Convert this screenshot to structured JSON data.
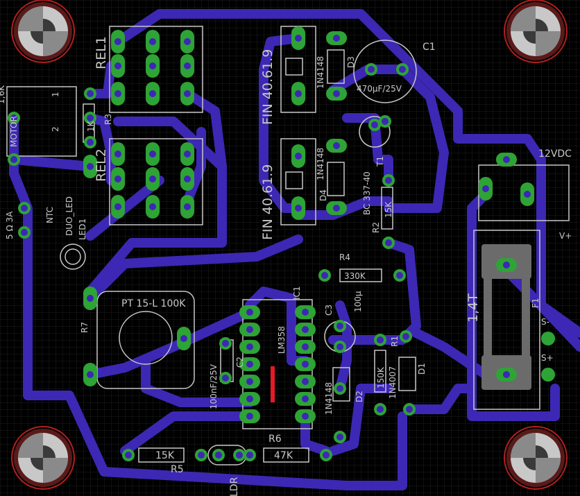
{
  "colors": {
    "background": "#000000",
    "grid": "#1e1e1e",
    "trace": "#3c28b4",
    "pad": "#2ea336",
    "silk": "#c8c8c8",
    "drill": "#16a05a",
    "hole": "#b41e1e",
    "jumper": "#e61928"
  },
  "labels": {
    "rel1": "REL1",
    "rel2": "REL2",
    "fin1": "FIN 40.61.9",
    "fin2": "FIN 40.61.9",
    "c1": "C1",
    "c1_value": "470μF/25V",
    "d3": "D3",
    "d3_value": "1N4148",
    "d4": "D4",
    "d4_value": "1N4148",
    "t1": "T1",
    "t1_value": "BC 337-40",
    "r2": "R2",
    "r2_value": "15K",
    "r3": "R3",
    "r3_value": "1K",
    "motor": "MOTOR",
    "motor_pin1": "1",
    "motor_pin2": "2",
    "x1k": "1,6K",
    "ntc": "NTC",
    "ntc_value": "5 Ω 3A",
    "led": "DUO_LED",
    "led1": "LED1",
    "r7": "R7",
    "r7_value": "PT 15-L 100K",
    "r4": "R4",
    "r4_value": "330K",
    "ic1": "IC1",
    "ic1_value": "LM358",
    "c3": "C3",
    "c3_value": "100μ",
    "c2": "C2",
    "c2_value": "100nF/25V",
    "d2": "D2",
    "d2_value": "1N4148",
    "r1_value": "150K",
    "r1": "R1",
    "d1": "D1",
    "d1_value": "1N4007",
    "r6": "R6",
    "r6_value": "47K",
    "r5": "R5",
    "r5_value": "15K",
    "ldr": "LDR",
    "vin": "12VDC",
    "vplus": "V+",
    "f1": "F1",
    "fuse_value": "1,4T",
    "s_minus": "S-",
    "s_plus": "S+"
  }
}
